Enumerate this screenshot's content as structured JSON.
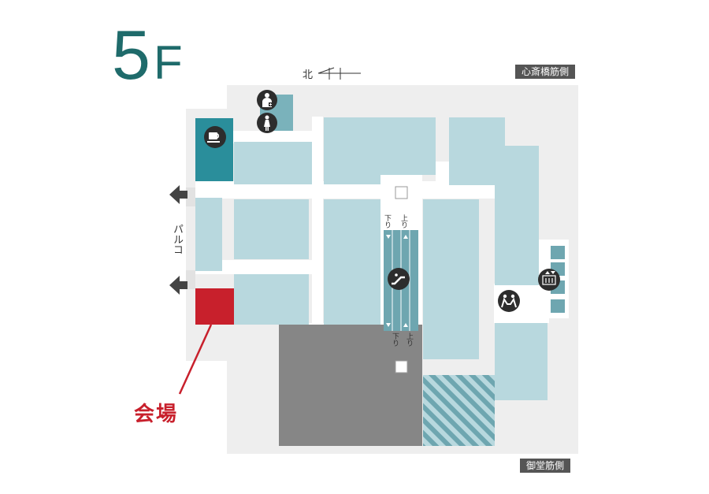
{
  "floor": {
    "number": "5",
    "suffix": "F"
  },
  "street_labels": {
    "north_street": "心斎橋筋側",
    "south_street": "御堂筋側"
  },
  "compass": {
    "label": "北"
  },
  "adjacent": {
    "label": "パルコ"
  },
  "venue": {
    "label": "会場"
  },
  "escalator": {
    "down_label": "下り",
    "up_label": "上り"
  },
  "icons": [
    "cafe-icon",
    "nursing-room-icon",
    "restroom-icon",
    "escalator-icon",
    "elevator-icon",
    "rest-area-icon"
  ],
  "colors": {
    "venue": "#c8202c",
    "store": "#b8d8de",
    "cafe": "#2a8e9b",
    "floor": "#eeeeee",
    "gray_block": "#868686",
    "title": "#1f6b6b"
  }
}
